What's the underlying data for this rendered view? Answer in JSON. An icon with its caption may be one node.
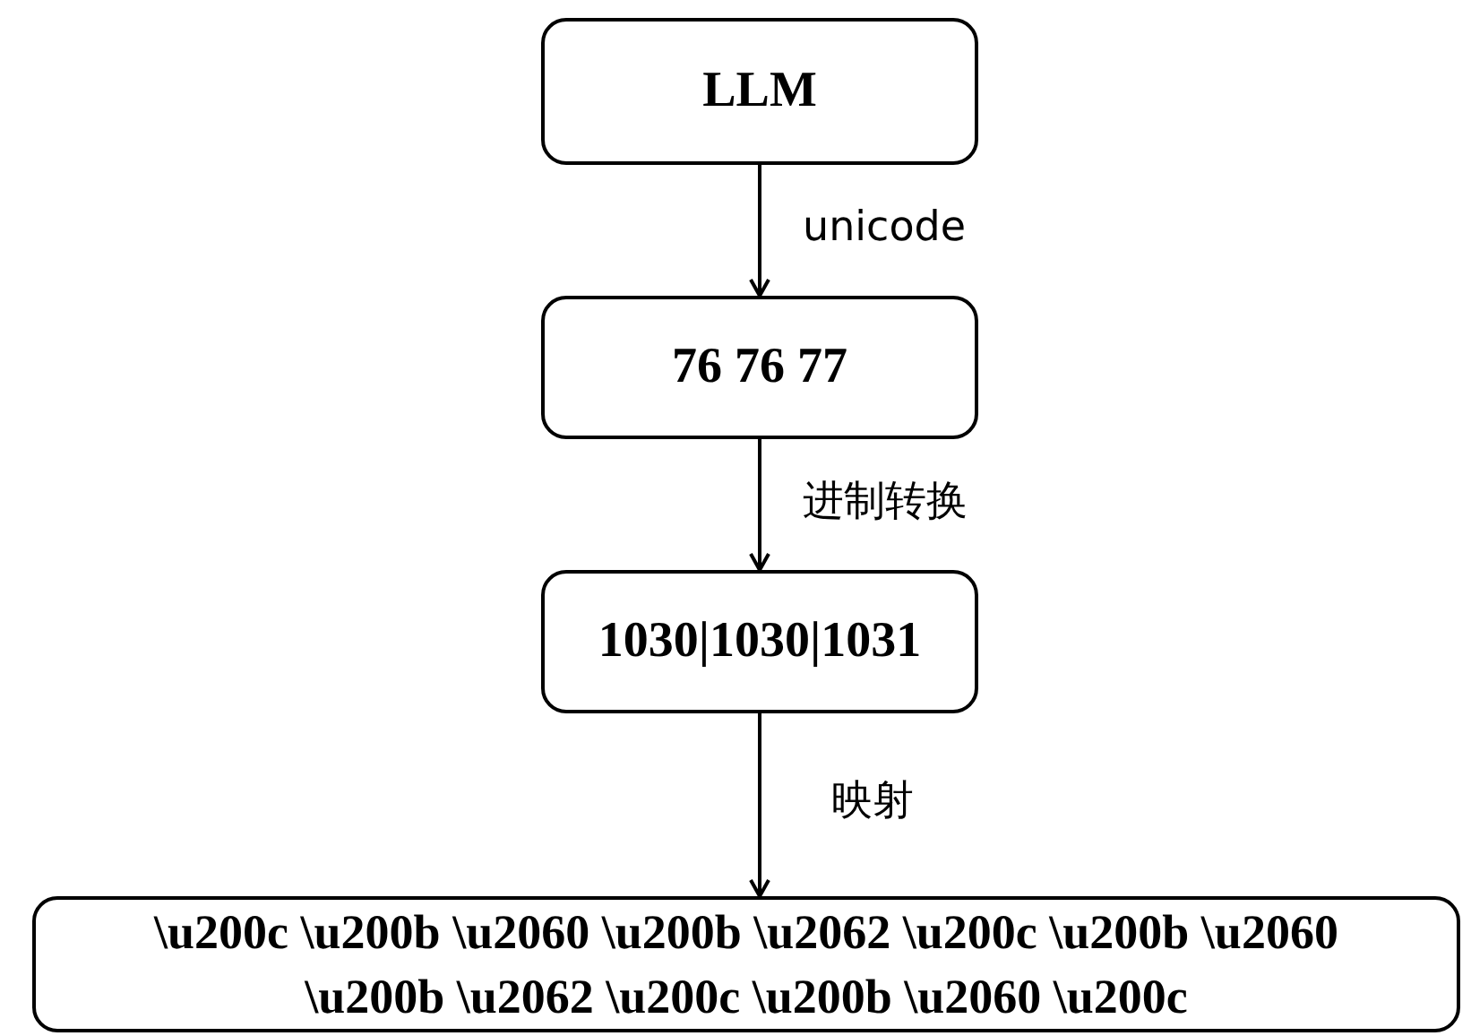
{
  "diagram": {
    "nodes": [
      {
        "text": [
          "LLM"
        ]
      },
      {
        "text": [
          "76 76 77"
        ]
      },
      {
        "text": [
          "1030|1030|1031"
        ]
      },
      {
        "text": [
          "\\u200c \\u200b \\u2060 \\u200b \\u2062 \\u200c \\u200b \\u2060 \\u200b \\u2062 \\u200c \\u200b \\u2060 \\u200c"
        ]
      }
    ],
    "edges": [
      {
        "from": 0,
        "to": 1,
        "arrow": "to",
        "label": "unicode"
      },
      {
        "from": 1,
        "to": 2,
        "arrow": "to",
        "label": "进制转换"
      },
      {
        "from": 2,
        "to": 3,
        "arrow": "to",
        "label": "映射"
      }
    ]
  }
}
